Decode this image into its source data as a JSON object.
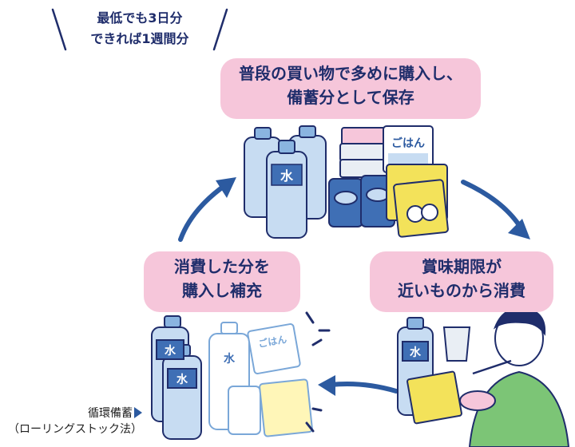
{
  "note": {
    "line1": "最低でも3日分",
    "line2": "できれば1週間分"
  },
  "steps": {
    "top": {
      "line1": "普段の買い物で多めに購入し、",
      "line2": "備蓄分として保存"
    },
    "right": {
      "line1": "賞味期限が",
      "line2": "近いものから消費"
    },
    "left": {
      "line1": "消費した分を",
      "line2": "購入し補充"
    }
  },
  "caption": {
    "line1": "循環備蓄",
    "line2": "（ローリングストック法）"
  },
  "labels": {
    "water": "水",
    "rice": "ごはん"
  },
  "colors": {
    "bubble": "#f6c6da",
    "arrow": "#2c5aa0",
    "text": "#1f2d6b",
    "bottle": "#c7dcf2",
    "can": "#3f6fb5",
    "box": "#f3e25a",
    "cup": "#e9eef4",
    "sweater": "#7cc576"
  },
  "icons": [
    "cycle-arrow-icon",
    "water-bottle-icon",
    "rice-pack-icon",
    "canned-food-icon",
    "retort-pouch-icon",
    "person-eating-icon"
  ]
}
